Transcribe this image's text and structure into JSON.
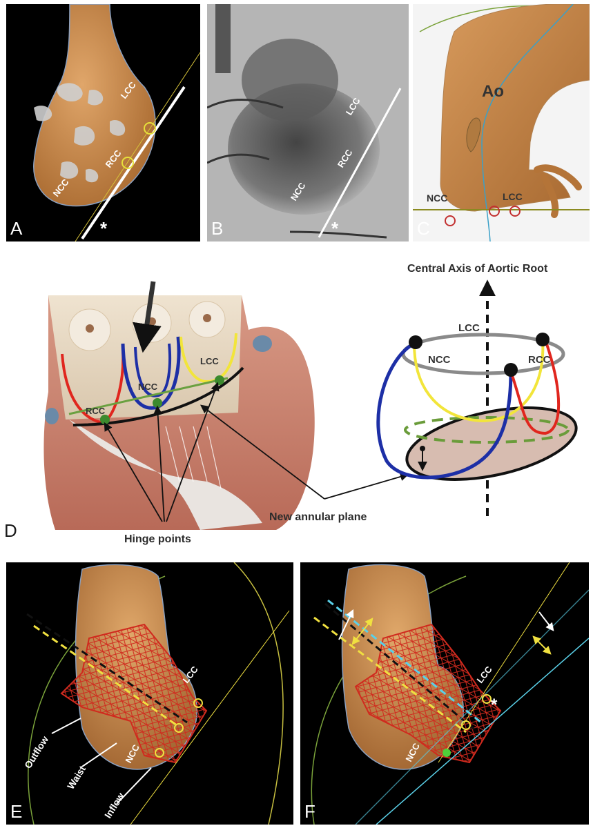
{
  "panels": {
    "A": {
      "letter": "A",
      "lcc": "LCC",
      "rcc": "RCC",
      "ncc": "NCC",
      "star": "*"
    },
    "B": {
      "letter": "B",
      "lcc": "LCC",
      "rcc": "RCC",
      "ncc": "NCC",
      "star": "*"
    },
    "C": {
      "letter": "C",
      "ao": "Ao",
      "ncc": "NCC",
      "lcc": "LCC"
    },
    "D": {
      "letter": "D",
      "axis_label": "Central Axis of Aortic Root",
      "rcc": "RCC",
      "ncc": "NCC",
      "lcc": "LCC",
      "schematic_lcc": "LCC",
      "schematic_ncc": "NCC",
      "schematic_rcc": "RCC",
      "hinge_points": "Hinge points",
      "new_annular_plane": "New annular plane"
    },
    "E": {
      "letter": "E",
      "lcc": "LCC",
      "ncc": "NCC",
      "outflow": "Outflow",
      "waist": "Waist",
      "inflow": "Inflow"
    },
    "F": {
      "letter": "F",
      "lcc": "LCC",
      "ncc": "NCC",
      "star": "*"
    }
  },
  "colors": {
    "tissue": "#c98a4e",
    "calcium": "#c8c8c8",
    "lcc_curve": "#f2e53a",
    "ncc_curve": "#1d2fa6",
    "rcc_curve": "#e0261e",
    "mesh": "#d02a1e",
    "annulus_fill": "#d7bcb0",
    "dashed_green": "#6a9c3a"
  }
}
